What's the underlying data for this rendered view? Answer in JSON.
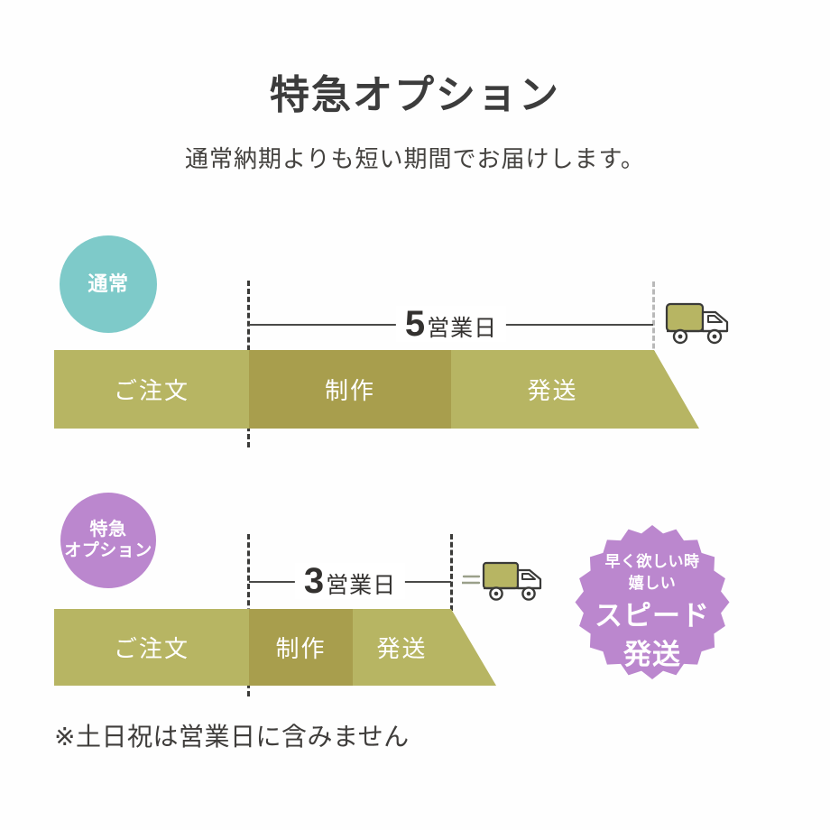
{
  "header": {
    "title": "特急オプション",
    "subtitle": "通常納期よりも短い期間でお届けします。"
  },
  "colors": {
    "teal": "#7ecac9",
    "purple": "#bb87ce",
    "olive_light": "#b7b563",
    "olive_dark": "#a89e4d",
    "text_dark": "#3c3c3c",
    "dashed_dark": "#3a3a38",
    "dashed_gray": "#b9b9b9"
  },
  "rows": [
    {
      "badge": {
        "label": "通常",
        "lines": [
          "通常"
        ]
      },
      "duration": {
        "number": "5",
        "unit": "営業日"
      },
      "segments": [
        {
          "label": "ご注文",
          "tone": "light"
        },
        {
          "label": "制作",
          "tone": "dark"
        },
        {
          "label": "発送",
          "tone": "light"
        }
      ],
      "truck": {
        "name": "delivery-truck-icon",
        "motion": false
      }
    },
    {
      "badge": {
        "label": "特急オプション",
        "lines": [
          "特急",
          "オプション"
        ]
      },
      "duration": {
        "number": "3",
        "unit": "営業日"
      },
      "segments": [
        {
          "label": "ご注文",
          "tone": "light"
        },
        {
          "label": "制作",
          "tone": "dark"
        },
        {
          "label": "発送",
          "tone": "light"
        }
      ],
      "truck": {
        "name": "delivery-truck-fast-icon",
        "motion": true
      }
    }
  ],
  "starburst": {
    "line1": "早く欲しい時",
    "line2": "嬉しい",
    "line3": "スピード",
    "line4": "発送"
  },
  "footnote": "※土日祝は営業日に含みません"
}
